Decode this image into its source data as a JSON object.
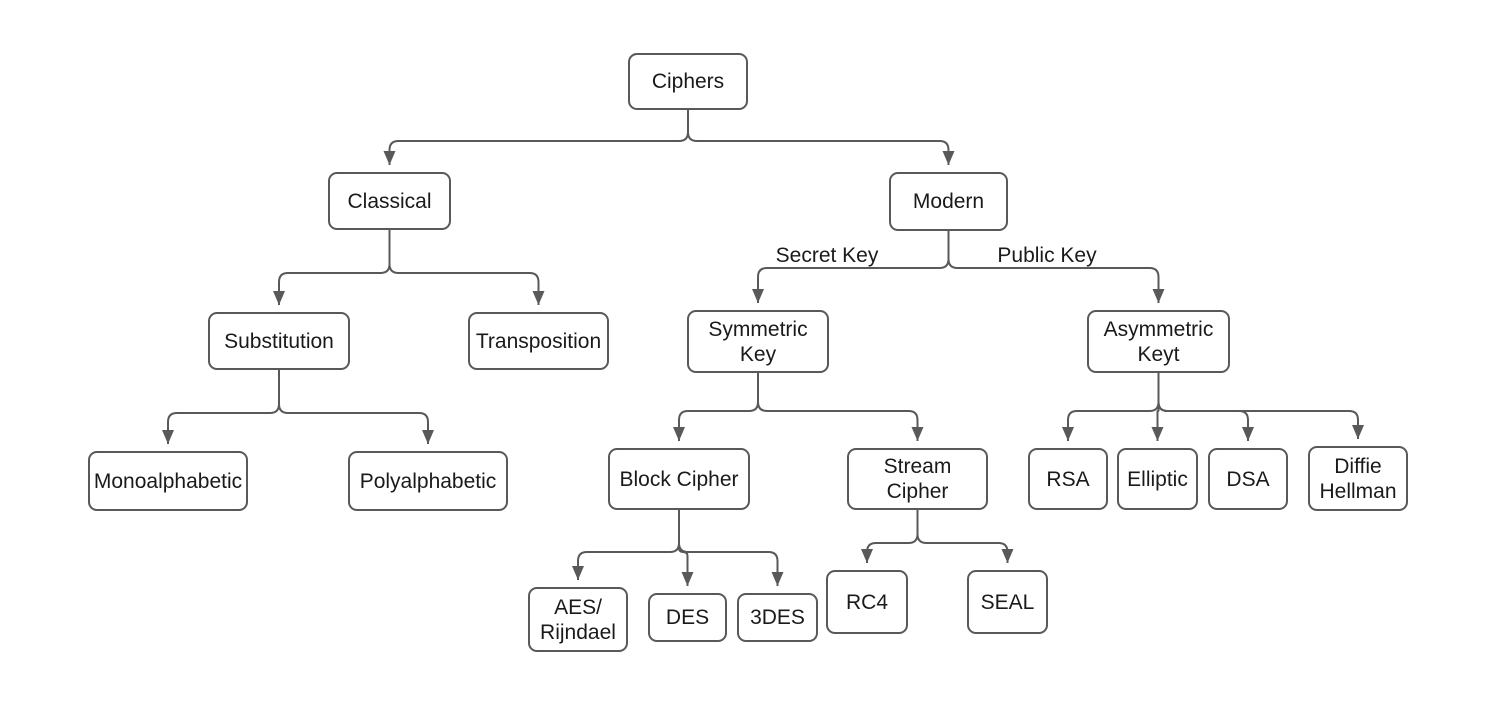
{
  "page": {
    "background": "#ffffff"
  },
  "diagram": {
    "type": "tree",
    "colors": {
      "line": "#595959",
      "node_border": "#595959",
      "node_fill": "#ffffff",
      "text": "#1a1a1a"
    },
    "nodes": {
      "ciphers": {
        "label": "Ciphers"
      },
      "classical": {
        "label": "Classical"
      },
      "modern": {
        "label": "Modern"
      },
      "substitution": {
        "label": "Substitution"
      },
      "transposition": {
        "label": "Transposition"
      },
      "symmetric": {
        "label": "Symmetric\nKey"
      },
      "asymmetric": {
        "label": "Asymmetric\nKeyt"
      },
      "monoalphabetic": {
        "label": "Monoalphabetic"
      },
      "polyalphabetic": {
        "label": "Polyalphabetic"
      },
      "block_cipher": {
        "label": "Block Cipher"
      },
      "stream_cipher": {
        "label": "Stream\nCipher"
      },
      "rsa": {
        "label": "RSA"
      },
      "elliptic": {
        "label": "Elliptic"
      },
      "dsa": {
        "label": "DSA"
      },
      "diffie_hellman": {
        "label": "Diffie\nHellman"
      },
      "aes": {
        "label": "AES/\nRijndael"
      },
      "des": {
        "label": "DES"
      },
      "3des": {
        "label": "3DES"
      },
      "rc4": {
        "label": "RC4"
      },
      "seal": {
        "label": "SEAL"
      }
    },
    "edge_labels": {
      "secret_key": "Secret Key",
      "public_key": "Public Key"
    },
    "edges": [
      {
        "from": "ciphers",
        "to": "classical"
      },
      {
        "from": "ciphers",
        "to": "modern"
      },
      {
        "from": "classical",
        "to": "substitution"
      },
      {
        "from": "classical",
        "to": "transposition"
      },
      {
        "from": "modern",
        "to": "symmetric",
        "label": "Secret Key"
      },
      {
        "from": "modern",
        "to": "asymmetric",
        "label": "Public Key"
      },
      {
        "from": "substitution",
        "to": "monoalphabetic"
      },
      {
        "from": "substitution",
        "to": "polyalphabetic"
      },
      {
        "from": "symmetric",
        "to": "block_cipher"
      },
      {
        "from": "symmetric",
        "to": "stream_cipher"
      },
      {
        "from": "asymmetric",
        "to": "rsa"
      },
      {
        "from": "asymmetric",
        "to": "elliptic"
      },
      {
        "from": "asymmetric",
        "to": "dsa"
      },
      {
        "from": "asymmetric",
        "to": "diffie_hellman"
      },
      {
        "from": "block_cipher",
        "to": "aes"
      },
      {
        "from": "block_cipher",
        "to": "des"
      },
      {
        "from": "block_cipher",
        "to": "3des"
      },
      {
        "from": "stream_cipher",
        "to": "rc4"
      },
      {
        "from": "stream_cipher",
        "to": "seal"
      }
    ]
  }
}
